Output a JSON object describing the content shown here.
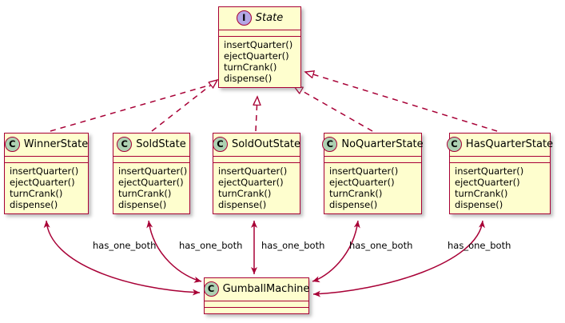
{
  "diagram": {
    "kind": "uml-class-diagram",
    "colors": {
      "box_fill": "#FEFECE",
      "box_border": "#A80036",
      "class_icon_fill": "#ADD1B2",
      "interface_icon_fill": "#B4A7E5",
      "edge_line": "#A80036",
      "background": "#FFFFFF",
      "text": "#000000"
    }
  },
  "interface": {
    "name": "State",
    "stereotype_glyph": "I",
    "stereotype_name": "interface-icon",
    "attributes": [],
    "methods": [
      "insertQuarter()",
      "ejectQuarter()",
      "turnCrank()",
      "dispense()"
    ]
  },
  "classes": [
    {
      "name": "WinnerState",
      "stereotype_glyph": "C",
      "attributes": [],
      "methods": [
        "insertQuarter()",
        "ejectQuarter()",
        "turnCrank()",
        "dispense()"
      ]
    },
    {
      "name": "SoldState",
      "stereotype_glyph": "C",
      "attributes": [],
      "methods": [
        "insertQuarter()",
        "ejectQuarter()",
        "turnCrank()",
        "dispense()"
      ]
    },
    {
      "name": "SoldOutState",
      "stereotype_glyph": "C",
      "attributes": [],
      "methods": [
        "insertQuarter()",
        "ejectQuarter()",
        "turnCrank()",
        "dispense()"
      ]
    },
    {
      "name": "NoQuarterState",
      "stereotype_glyph": "C",
      "attributes": [],
      "methods": [
        "insertQuarter()",
        "ejectQuarter()",
        "turnCrank()",
        "dispense()"
      ]
    },
    {
      "name": "HasQuarterState",
      "stereotype_glyph": "C",
      "attributes": [],
      "methods": [
        "insertQuarter()",
        "ejectQuarter()",
        "turnCrank()",
        "dispense()"
      ]
    }
  ],
  "context_class": {
    "name": "GumballMachine",
    "stereotype_glyph": "C",
    "attributes": [],
    "methods": []
  },
  "relationships": {
    "realizations": [
      {
        "from": "WinnerState",
        "to": "State",
        "style": "dashed",
        "arrow": "hollow-triangle"
      },
      {
        "from": "SoldState",
        "to": "State",
        "style": "dashed",
        "arrow": "hollow-triangle"
      },
      {
        "from": "SoldOutState",
        "to": "State",
        "style": "dashed",
        "arrow": "hollow-triangle"
      },
      {
        "from": "NoQuarterState",
        "to": "State",
        "style": "dashed",
        "arrow": "hollow-triangle"
      },
      {
        "from": "HasQuarterState",
        "to": "State",
        "style": "dashed",
        "arrow": "hollow-triangle"
      }
    ],
    "associations": [
      {
        "from": "WinnerState",
        "to": "GumballMachine",
        "label": "has_one_both",
        "style": "solid",
        "arrow": "both"
      },
      {
        "from": "SoldState",
        "to": "GumballMachine",
        "label": "has_one_both",
        "style": "solid",
        "arrow": "both"
      },
      {
        "from": "SoldOutState",
        "to": "GumballMachine",
        "label": "has_one_both",
        "style": "solid",
        "arrow": "both"
      },
      {
        "from": "NoQuarterState",
        "to": "GumballMachine",
        "label": "has_one_both",
        "style": "solid",
        "arrow": "both"
      },
      {
        "from": "HasQuarterState",
        "to": "GumballMachine",
        "label": "has_one_both",
        "style": "solid",
        "arrow": "both"
      }
    ],
    "edge_labels": [
      "has_one_both",
      "has_one_both",
      "has_one_both",
      "has_one_both",
      "has_one_both"
    ]
  }
}
